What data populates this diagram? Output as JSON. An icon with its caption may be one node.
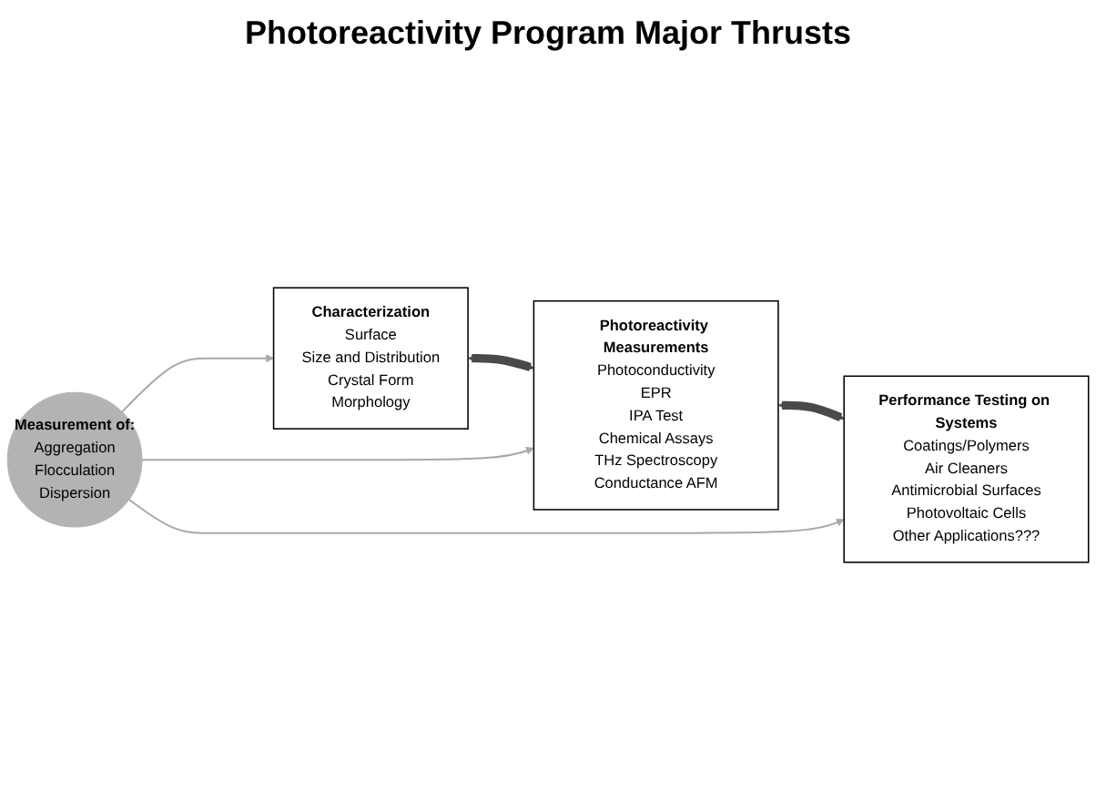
{
  "diagram": {
    "title": "Photoreactivity Program Major Thrusts",
    "nodes": [
      {
        "text": [
          "Characterization",
          "Surface",
          "Size and Distribution",
          "Crystal Form",
          "Morphology"
        ]
      },
      {
        "text": [
          "Photoreactivity Measurements",
          "Photoconductivity",
          "EPR",
          "IPA Test",
          "Chemical Assays",
          "THz Spectroscopy",
          "Conductance AFM"
        ]
      },
      {
        "text": [
          "Performance Testing on Systems",
          "Coatings/Polymers",
          "Air Cleaners",
          "Antimicrobial Surfaces",
          "Photovoltaic Cells",
          "Other Applications???"
        ]
      },
      {
        "text": [
          "Measurement of:",
          "Aggregation",
          "Flocculation",
          "Dispersion"
        ]
      }
    ],
    "edges": [
      {
        "from": 0,
        "to": 1,
        "arrow": "both",
        "style": "thick",
        "color": "#4a4a4a"
      },
      {
        "from": 1,
        "to": 2,
        "arrow": "both",
        "style": "thick",
        "color": "#4a4a4a"
      },
      {
        "from": 3,
        "to": 0,
        "arrow": "to"
      },
      {
        "from": 3,
        "to": 1,
        "arrow": "to"
      },
      {
        "from": 3,
        "to": 2,
        "arrow": "to"
      }
    ]
  }
}
